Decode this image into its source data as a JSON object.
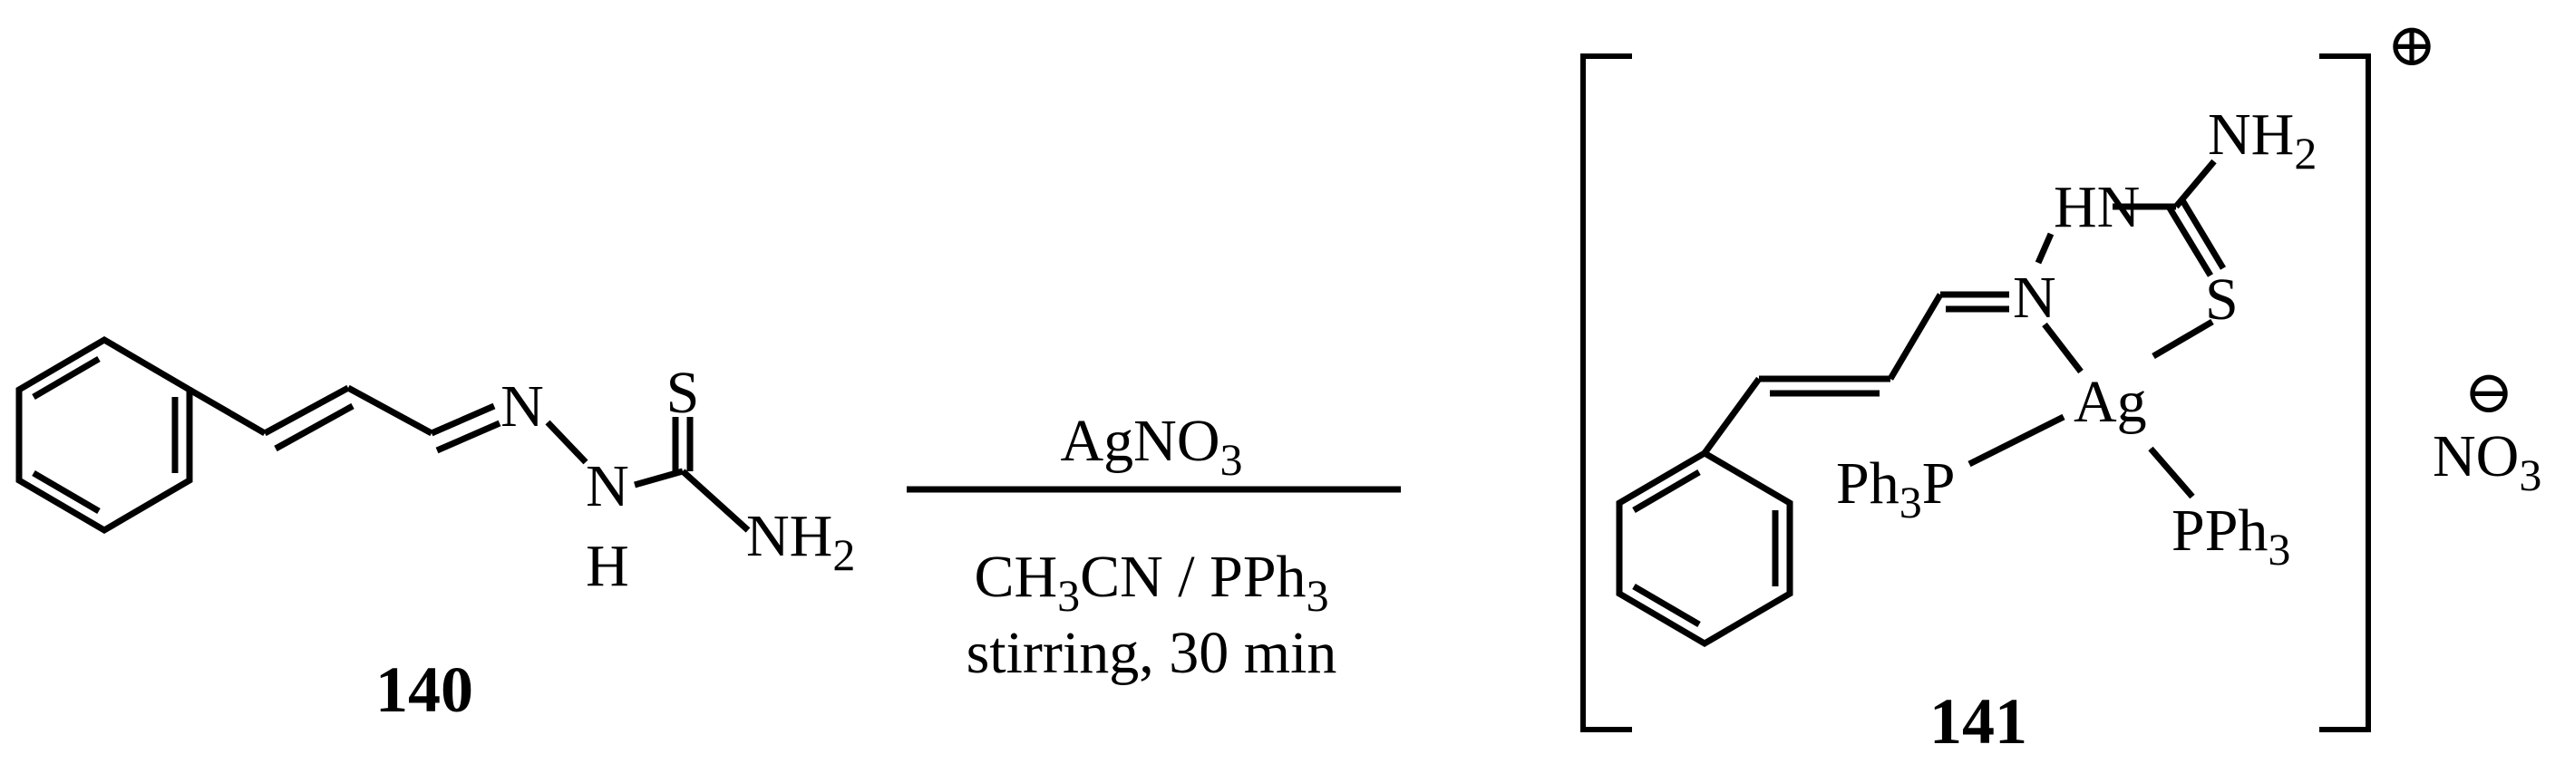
{
  "reactant": {
    "label": "140",
    "atoms": {
      "S": "S",
      "N": "N",
      "N_H": "N",
      "H": "H",
      "NH2_NH": "NH",
      "NH2_sub": "2"
    }
  },
  "conditions": {
    "reagent_main": "AgNO",
    "reagent_sub": "3",
    "solvent_a": "CH",
    "solvent_a_sub": "3",
    "solvent_b": "CN / PPh",
    "solvent_b_sub": "3",
    "time": "stirring, 30 min"
  },
  "product": {
    "label": "141",
    "charge": "⊕",
    "atoms": {
      "NH2_NH": "NH",
      "NH2_sub": "2",
      "HN": "HN",
      "N": "N",
      "S": "S",
      "Ag": "Ag",
      "Ph3P_a": "Ph",
      "Ph3P_sub": "3",
      "Ph3P_b": "P",
      "PPh3_a": "PPh",
      "PPh3_sub": "3"
    }
  },
  "counterion": {
    "charge": "⊖",
    "main": "NO",
    "sub": "3"
  }
}
